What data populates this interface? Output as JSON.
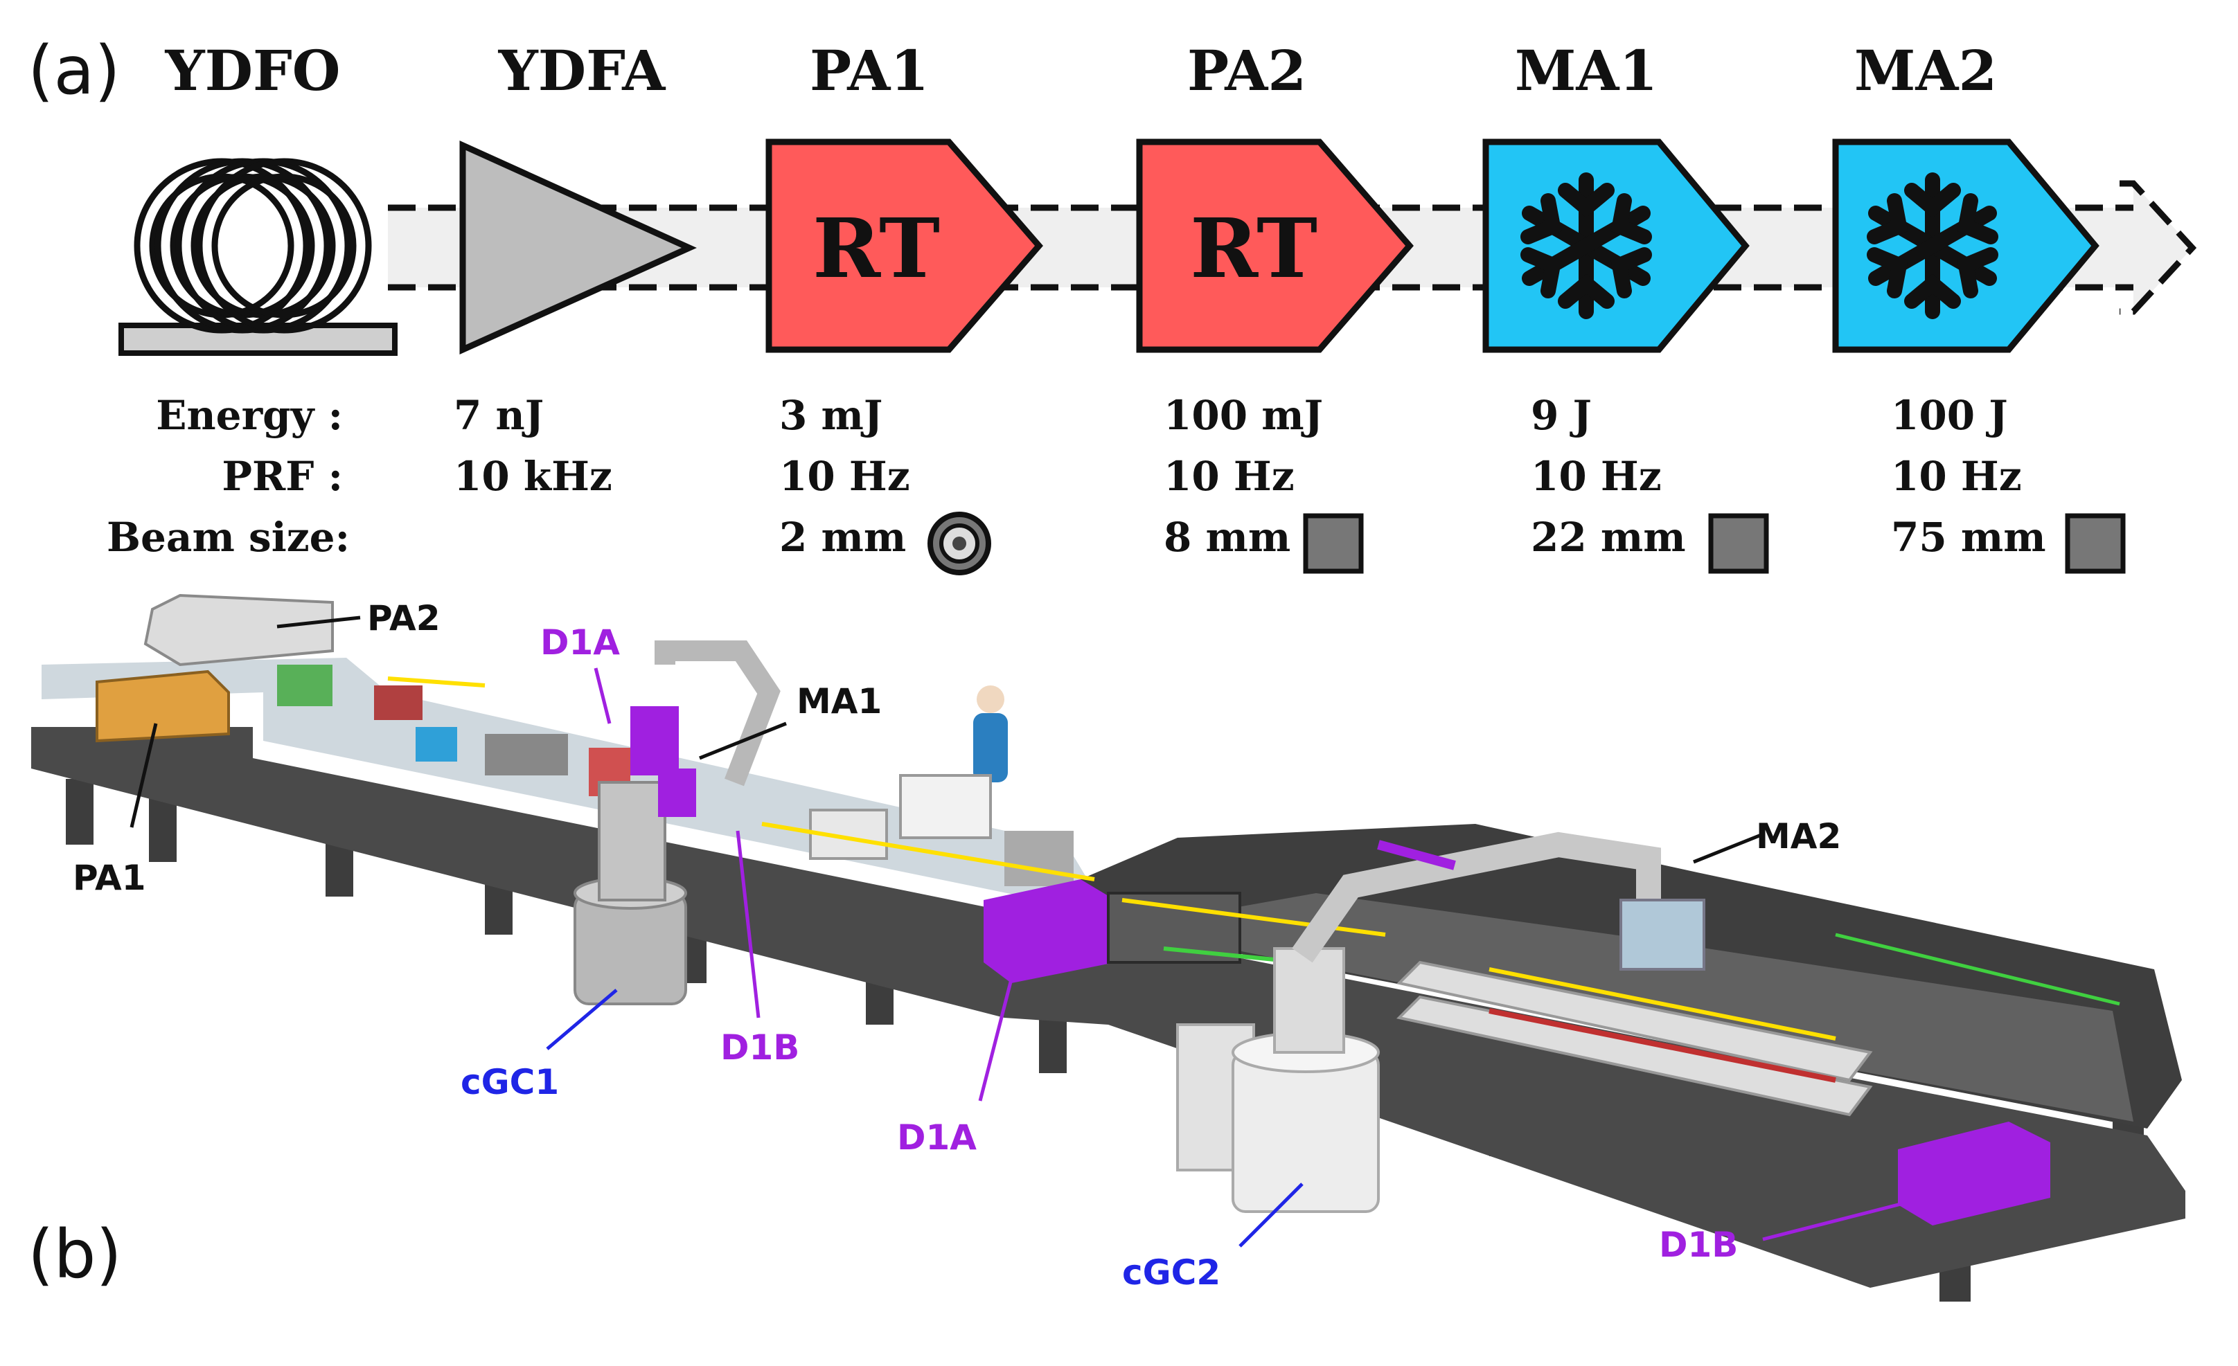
{
  "panels": {
    "a": "(a)",
    "b": "(b)"
  },
  "stages": [
    {
      "title": "YDFO",
      "kind": "oscillator",
      "energy": "",
      "prf": "",
      "beam": ""
    },
    {
      "title": "YDFA",
      "kind": "amplifier",
      "energy": "7 nJ",
      "prf": "10 kHz",
      "beam": ""
    },
    {
      "title": "PA1",
      "kind": "room-temp",
      "symbol": "RT",
      "energy": "3 mJ",
      "prf": "10 Hz",
      "beam": "2 mm",
      "beam_shape": "round"
    },
    {
      "title": "PA2",
      "kind": "room-temp",
      "symbol": "RT",
      "energy": "100 mJ",
      "prf": "10 Hz",
      "beam": "8 mm",
      "beam_shape": "square"
    },
    {
      "title": "MA1",
      "kind": "cryogenic",
      "energy": "9 J",
      "prf": "10 Hz",
      "beam": "22 mm",
      "beam_shape": "square"
    },
    {
      "title": "MA2",
      "kind": "cryogenic",
      "energy": "100 J",
      "prf": "10 Hz",
      "beam": "75 mm",
      "beam_shape": "square"
    }
  ],
  "row_labels": {
    "energy": "Energy :",
    "prf": "PRF :",
    "beam": "Beam size:"
  },
  "callouts": {
    "pa2": "PA2",
    "pa1": "PA1",
    "ma1": "MA1",
    "ma2": "MA2",
    "d1a_top": "D1A",
    "d1b_mid": "D1B",
    "d1a_mid": "D1A",
    "d1b_right": "D1B",
    "cgc1": "cGC1",
    "cgc2": "cGC2"
  },
  "colors": {
    "rt_fill": "#ff5a5a",
    "cryo_fill": "#22c5f5",
    "amp_fill": "#bdbdbd",
    "table_dark": "#4a4a4a",
    "deck": "#cfd8de",
    "purple": "#a020e0",
    "blue": "#1f25e6"
  },
  "icons": {
    "room_temp": "RT-text",
    "cryogenic": "snowflake-icon",
    "oscillator": "fiber-coil-icon"
  }
}
